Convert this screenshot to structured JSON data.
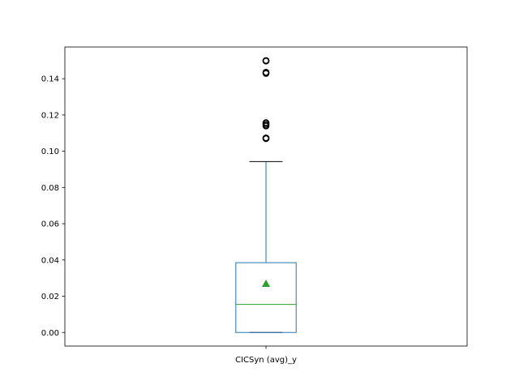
{
  "chart_data": {
    "type": "box",
    "title": "",
    "xlabel": "",
    "ylabel": "",
    "categories": [
      "CICSyn (avg)_y"
    ],
    "ylim": [
      -0.0075,
      0.1575
    ],
    "yticks": [
      0.0,
      0.02,
      0.04,
      0.06,
      0.08,
      0.1,
      0.12,
      0.14
    ],
    "ytick_labels": [
      "0.00",
      "0.02",
      "0.04",
      "0.06",
      "0.08",
      "0.10",
      "0.12",
      "0.14"
    ],
    "grid": false,
    "boxes": [
      {
        "category": "CICSyn (avg)_y",
        "whisker_low": 0.0,
        "q1": 0.0,
        "median": 0.0155,
        "q3": 0.0385,
        "whisker_high": 0.0943,
        "mean": 0.0267,
        "outliers": [
          0.107,
          0.1073,
          0.114,
          0.1148,
          0.1157,
          0.143,
          0.1435,
          0.1498,
          0.15
        ]
      }
    ],
    "colors": {
      "box": "#1f77b4",
      "median": "#2ca02c",
      "mean_marker": "#2ca02c",
      "caps": "#000000",
      "outlier": "#000000"
    }
  }
}
